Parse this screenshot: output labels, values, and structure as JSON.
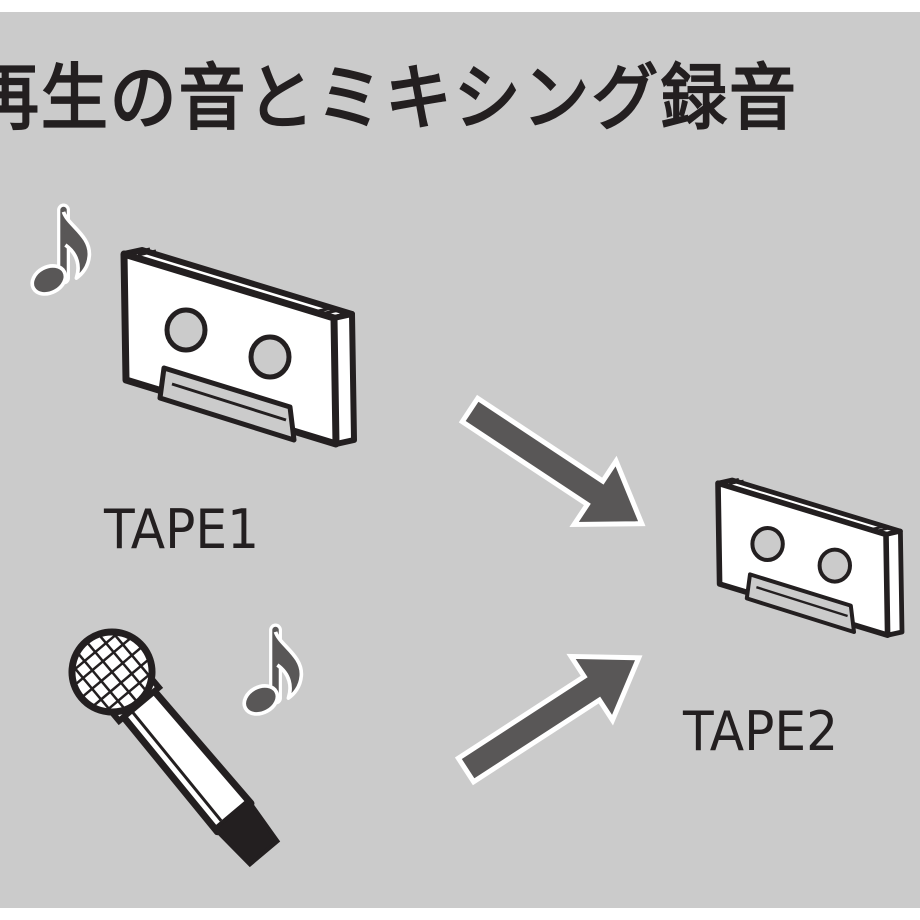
{
  "title": "再生の音とミキシング録音",
  "tape1": {
    "label": "TAPE1"
  },
  "tape2": {
    "label": "TAPE2"
  },
  "icons": [
    "music-note-icon",
    "cassette-tape-icon",
    "microphone-icon",
    "arrow-icon"
  ],
  "colors": {
    "background": "#cbcbcb",
    "outline": "#231f20",
    "arrow_fill": "#595757",
    "note_fill": "#595757",
    "tape_body": "#ffffff"
  }
}
